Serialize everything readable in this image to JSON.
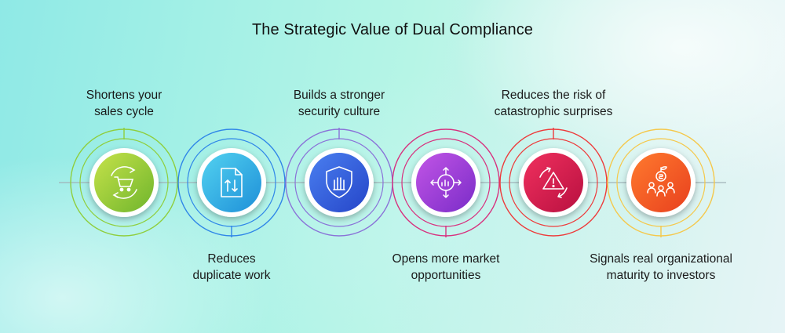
{
  "title": "The Strategic Value of Dual Compliance",
  "items": [
    {
      "label_line1": "Shortens your",
      "label_line2": "sales cycle",
      "icon": "shopping-cart-cycle-icon",
      "color_from": "#c6e24a",
      "color_to": "#6fb52c",
      "ring_color": "#8fce3c"
    },
    {
      "label_line1": "Reduces",
      "label_line2": "duplicate work",
      "icon": "document-exchange-icon",
      "color_from": "#52d2f0",
      "color_to": "#1e8fd8",
      "ring_color": "#2f86e8"
    },
    {
      "label_line1": "Builds a stronger",
      "label_line2": "security culture",
      "icon": "shield-hand-icon",
      "color_from": "#4a7ff0",
      "color_to": "#2545c8",
      "ring_color": "#8a72d8"
    },
    {
      "label_line1": "Opens more market",
      "label_line2": "opportunities",
      "icon": "market-expansion-icon",
      "color_from": "#c255e6",
      "color_to": "#7a2cc8",
      "ring_color": "#d8307e"
    },
    {
      "label_line1": "Reduces the risk of",
      "label_line2": "catastrophic surprises",
      "icon": "risk-alert-icon",
      "color_from": "#f0305e",
      "color_to": "#b81040",
      "ring_color": "#ee3a3a"
    },
    {
      "label_line1": "Signals real organizational",
      "label_line2": "maturity to investors",
      "icon": "investor-growth-icon",
      "color_from": "#ff7a2e",
      "color_to": "#e8401e",
      "ring_color": "#f5c84a"
    }
  ]
}
